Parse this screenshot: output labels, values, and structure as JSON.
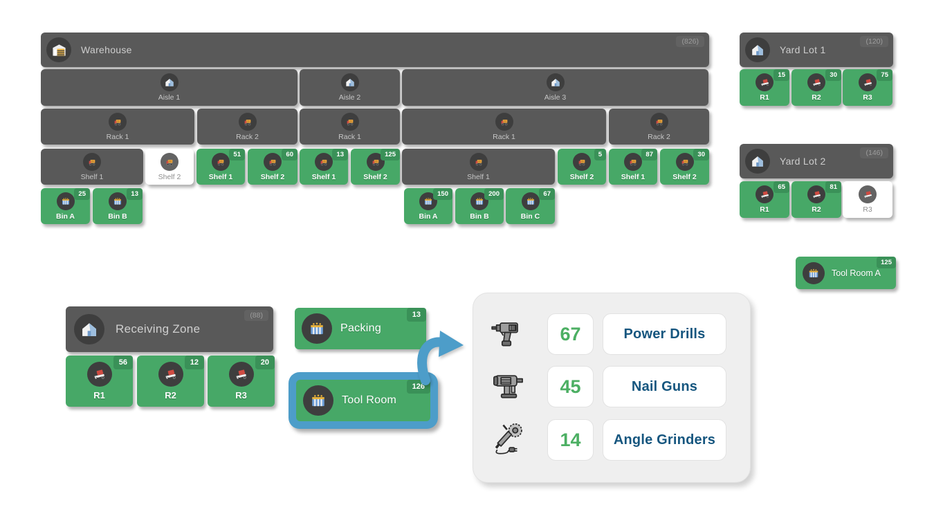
{
  "colors": {
    "green": "#47a867",
    "green_badge": "#3a9158",
    "dark_gray": "#595959",
    "blue_accent": "#4d9dc9",
    "panel_bg": "#efefef",
    "count_green": "#4caf63",
    "label_blue": "#16567f"
  },
  "warehouse": {
    "header": {
      "label": "Warehouse",
      "count": "(826)"
    },
    "aisles": [
      {
        "label": "Aisle 1"
      },
      {
        "label": "Aisle 2"
      },
      {
        "label": "Aisle 3"
      }
    ],
    "racks": [
      {
        "label": "Rack 1"
      },
      {
        "label": "Rack 2"
      },
      {
        "label": "Rack 1"
      },
      {
        "label": "Rack 1"
      },
      {
        "label": "Rack 2"
      }
    ],
    "shelves": [
      {
        "label": "Shelf 1"
      },
      {
        "label": "Shelf 2"
      },
      {
        "label": "Shelf 1",
        "count": "51"
      },
      {
        "label": "Shelf 2",
        "count": "60"
      },
      {
        "label": "Shelf 1",
        "count": "13"
      },
      {
        "label": "Shelf 2",
        "count": "125"
      },
      {
        "label": "Shelf 1"
      },
      {
        "label": "Shelf 2",
        "count": "5"
      },
      {
        "label": "Shelf 1",
        "count": "87"
      },
      {
        "label": "Shelf 2",
        "count": "30"
      }
    ],
    "bins": [
      {
        "label": "Bin A",
        "count": "25"
      },
      {
        "label": "Bin B",
        "count": "13"
      },
      {
        "label": "Bin A",
        "count": "150"
      },
      {
        "label": "Bin B",
        "count": "200"
      },
      {
        "label": "Bin C",
        "count": "67"
      }
    ]
  },
  "yard_lot_1": {
    "header": {
      "label": "Yard Lot 1",
      "count": "(120)"
    },
    "resources": [
      {
        "label": "R1",
        "count": "15"
      },
      {
        "label": "R2",
        "count": "30"
      },
      {
        "label": "R3",
        "count": "75"
      }
    ]
  },
  "yard_lot_2": {
    "header": {
      "label": "Yard Lot 2",
      "count": "(146)"
    },
    "resources": [
      {
        "label": "R1",
        "count": "65"
      },
      {
        "label": "R2",
        "count": "81"
      },
      {
        "label": "R3"
      }
    ]
  },
  "tool_room_a": {
    "label": "Tool Room A",
    "count": "125"
  },
  "receiving_zone": {
    "header": {
      "label": "Receiving Zone",
      "count": "(88)"
    },
    "resources": [
      {
        "label": "R1",
        "count": "56"
      },
      {
        "label": "R2",
        "count": "12"
      },
      {
        "label": "R3",
        "count": "20"
      }
    ]
  },
  "packing": {
    "label": "Packing",
    "count": "13"
  },
  "tool_room": {
    "label": "Tool Room",
    "count": "126",
    "selected": "true"
  },
  "detail_panel": {
    "items": [
      {
        "icon": "power-drill-icon",
        "count": "67",
        "label": "Power Drills"
      },
      {
        "icon": "nail-gun-icon",
        "count": "45",
        "label": "Nail Guns"
      },
      {
        "icon": "angle-grinder-icon",
        "count": "14",
        "label": "Angle Grinders"
      }
    ]
  }
}
